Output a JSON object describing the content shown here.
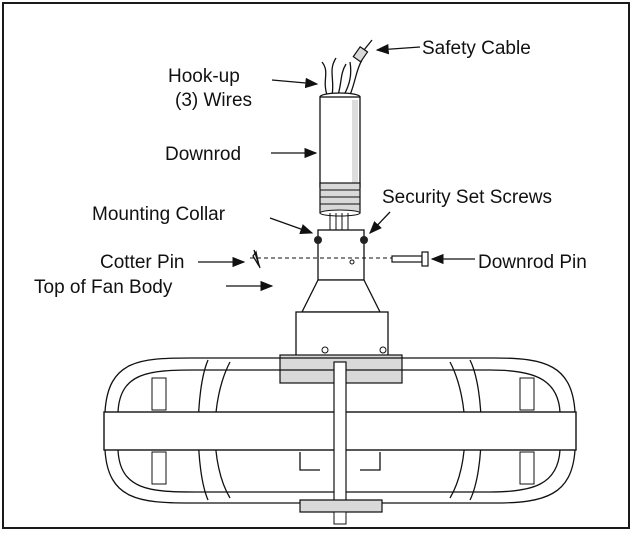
{
  "labels": {
    "safety_cable": "Safety Cable",
    "hookup_line1": "Hook-up",
    "hookup_line2": "(3) Wires",
    "downrod": "Downrod",
    "security_set_screws": "Security Set Screws",
    "mounting_collar": "Mounting Collar",
    "cotter_pin": "Cotter Pin",
    "downrod_pin": "Downrod Pin",
    "top_of_fan_body": "Top of Fan Body"
  },
  "colors": {
    "ink": "#111111",
    "shading": "#d9d9d9",
    "background": "#ffffff"
  }
}
